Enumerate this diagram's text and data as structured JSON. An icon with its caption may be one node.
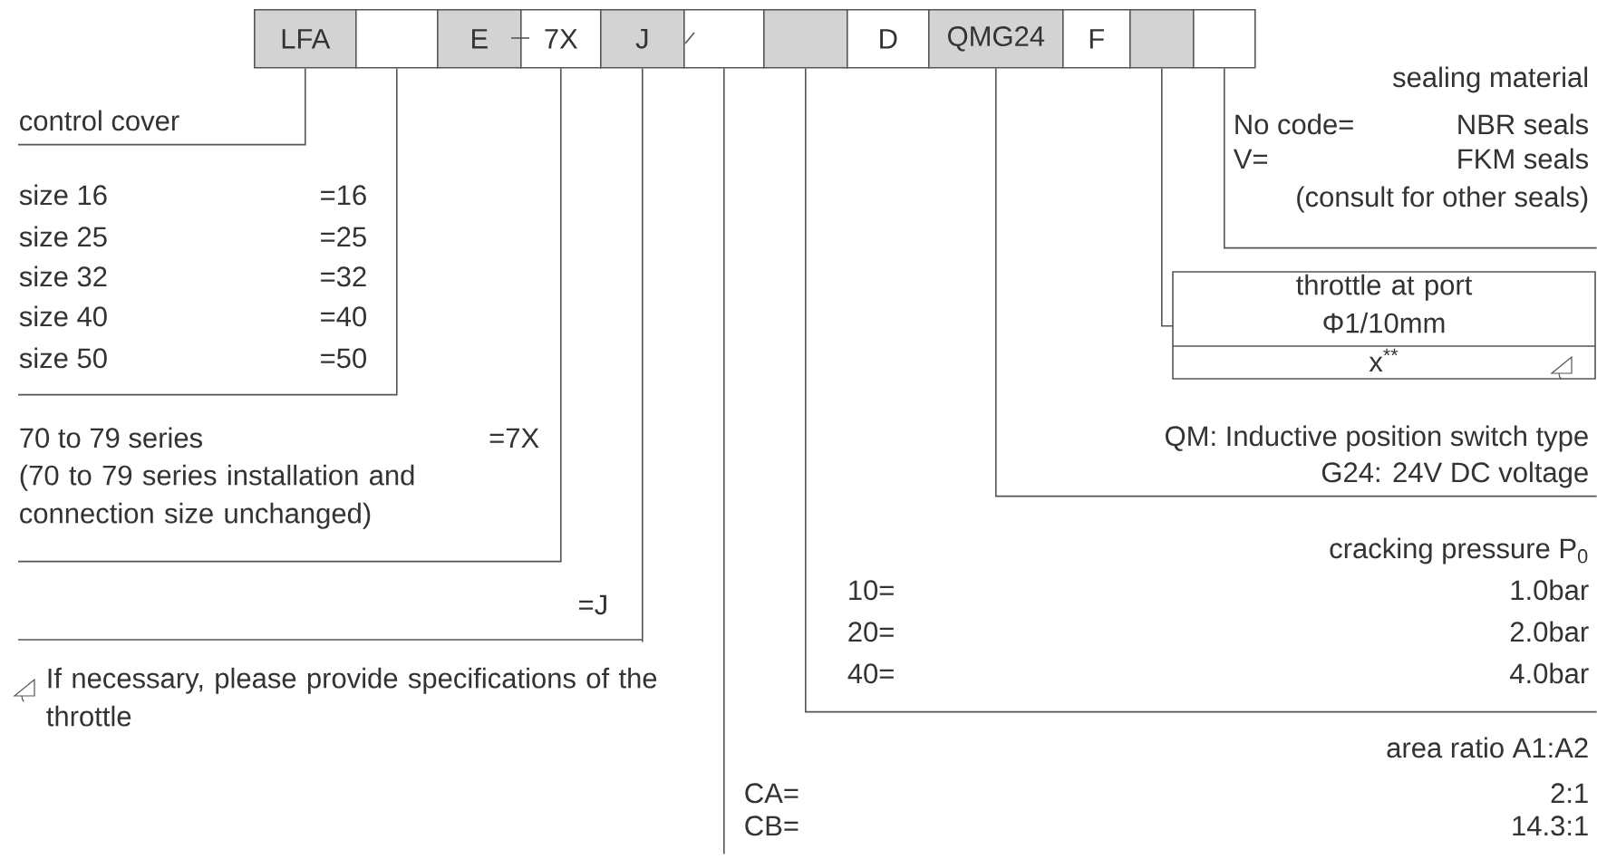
{
  "diagram": {
    "nodes": [
      {
        "text": [
          "LFA"
        ]
      },
      {
        "text": [],
        "shape": "box"
      },
      {
        "text": [
          "E"
        ]
      },
      {
        "text": [
          "7X"
        ]
      },
      {
        "text": [
          "J"
        ]
      },
      {
        "text": [],
        "shape": "box"
      },
      {
        "text": [],
        "shape": "box"
      },
      {
        "text": [
          "D"
        ]
      },
      {
        "text": [
          "QMG24"
        ]
      },
      {
        "text": [
          "F"
        ]
      },
      {
        "text": [],
        "shape": "box"
      },
      {
        "text": [],
        "shape": "box"
      },
      {
        "text": [
          "control cover"
        ]
      },
      {
        "text": [
          "size 16",
          "=16",
          "size 25",
          "=25",
          "size 32",
          "=32",
          "size 40",
          "=40",
          "size 50",
          "=50"
        ]
      },
      {
        "text": [
          "70 to 79 series",
          "=7X",
          "(70 to 79 series installation and connection size unchanged)"
        ]
      },
      {
        "text": [
          "=J"
        ]
      },
      {
        "text": [
          "area ratio A1:A2",
          "CA=",
          "2:1",
          "CB=",
          "14.3:1"
        ]
      },
      {
        "text": [
          "cracking pressure P$_{0}$",
          "10=",
          "1.0bar",
          "20=",
          "2.0bar",
          "40=",
          "4.0bar"
        ]
      },
      {
        "text": [
          "QM: Inductive position switch type",
          "G24: 24V DC voltage"
        ]
      },
      {
        "text": [
          "throttle at port Φ1/10mm",
          "x$^{**}$"
        ]
      },
      {
        "text": [
          "sealing material",
          "No code=",
          "NBR seals",
          "V=",
          "FKM seals",
          "(consult for other seals)"
        ]
      }
    ],
    "edges": [
      {
        "from": 0,
        "to": 12,
        "arrow": "none"
      },
      {
        "from": 1,
        "to": 13,
        "arrow": "none"
      },
      {
        "from": 3,
        "to": 14,
        "arrow": "none"
      },
      {
        "from": 4,
        "to": 15,
        "arrow": "none"
      },
      {
        "from": 5,
        "to": 16,
        "arrow": "none"
      },
      {
        "from": 6,
        "to": 17,
        "arrow": "none"
      },
      {
        "from": 8,
        "to": 18,
        "arrow": "none"
      },
      {
        "from": 10,
        "to": 19,
        "arrow": "none"
      },
      {
        "from": 11,
        "to": 20,
        "arrow": "none"
      }
    ],
    "labels": [
      "If necessary, please provide specifications of the throttle"
    ]
  }
}
